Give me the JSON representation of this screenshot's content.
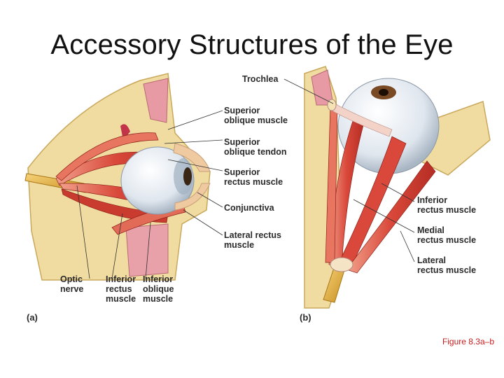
{
  "slide": {
    "title": "Accessory Structures of the Eye",
    "caption": "Figure 8.3a–b"
  },
  "panels": {
    "a": "(a)",
    "b": "(b)"
  },
  "labels_a": {
    "superior_oblique_muscle": [
      "Superior",
      "oblique muscle"
    ],
    "superior_oblique_tendon": [
      "Superior",
      "oblique tendon"
    ],
    "superior_rectus_muscle": [
      "Superior",
      "rectus muscle"
    ],
    "conjunctiva": [
      "Conjunctiva"
    ],
    "lateral_rectus_muscle": [
      "Lateral rectus",
      "muscle"
    ],
    "optic_nerve": [
      "Optic",
      "nerve"
    ],
    "inferior_rectus_muscle": [
      "Inferior",
      "rectus",
      "muscle"
    ],
    "inferior_oblique_muscle": [
      "Inferior",
      "oblique",
      "muscle"
    ]
  },
  "labels_b": {
    "trochlea": [
      "Trochlea"
    ],
    "inferior_rectus_muscle": [
      "Inferior",
      "rectus muscle"
    ],
    "medial_rectus_muscle": [
      "Medial",
      "rectus muscle"
    ],
    "lateral_rectus_muscle": [
      "Lateral",
      "rectus muscle"
    ]
  },
  "colors": {
    "muscle": "#d9483a",
    "bone": "#e8cf8a",
    "eyeball": "#dfe6ee",
    "iris": "#7a4a24",
    "nerve": "#e8b646",
    "caption": "#c51d1d"
  }
}
